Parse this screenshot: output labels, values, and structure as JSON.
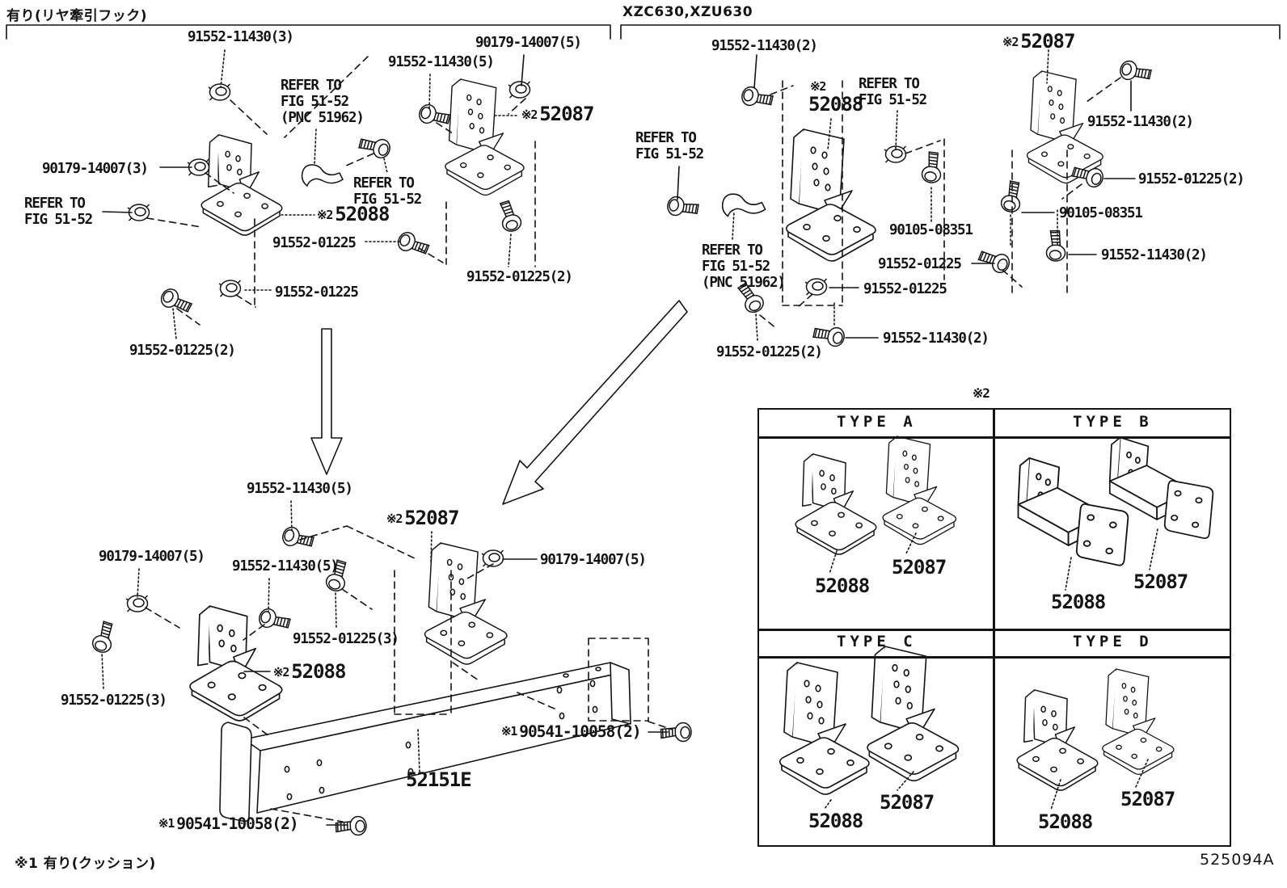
{
  "colors": {
    "ink": "#141414",
    "bg": "#ffffff"
  },
  "header": {
    "left_note": "有り(リヤ牽引フック)",
    "right_note": "XZC630,XZU630"
  },
  "footer": {
    "note": "※1 有り(クッション)",
    "doc_id": "525094A"
  },
  "table": {
    "mark": "※2",
    "headers": [
      "TYPE A",
      "TYPE B",
      "TYPE C",
      "TYPE D"
    ],
    "cells": [
      {
        "type": "TYPE A",
        "left_part": "52088",
        "right_part": "52087"
      },
      {
        "type": "TYPE B",
        "left_part": "52088",
        "right_part": "52087"
      },
      {
        "type": "TYPE C",
        "left_part": "52088",
        "right_part": "52087"
      },
      {
        "type": "TYPE D",
        "left_part": "52088",
        "right_part": "52087"
      }
    ]
  },
  "callouts": [
    {
      "text": "91552-11430(3)"
    },
    {
      "text": "90179-14007(5)"
    },
    {
      "text": "91552-11430(5)"
    },
    {
      "text": "REFER TO\nFIG 51-52\n(PNC 51962)"
    },
    {
      "pfx": "※2",
      "num": "52087"
    },
    {
      "text": "90179-14007(3)"
    },
    {
      "text": "REFER TO\nFIG 51-52"
    },
    {
      "text": "REFER TO\nFIG 51-52"
    },
    {
      "pfx": "※2",
      "num": "52088"
    },
    {
      "text": "91552-01225"
    },
    {
      "text": "91552-01225"
    },
    {
      "text": "91552-01225(2)"
    },
    {
      "text": "91552-01225(2)"
    },
    {
      "text": "91552-11430(2)"
    },
    {
      "pfx": "※2",
      "num": "52088"
    },
    {
      "text": "REFER TO\nFIG 51-52"
    },
    {
      "pfx": "※2",
      "num": "52087"
    },
    {
      "text": "91552-11430(2)"
    },
    {
      "text": "REFER TO\nFIG 51-52"
    },
    {
      "text": "91552-01225(2)"
    },
    {
      "text": "90105-08351"
    },
    {
      "text": "90105-08351"
    },
    {
      "text": "91552-01225"
    },
    {
      "text": "91552-11430(2)"
    },
    {
      "text": "REFER TO\nFIG 51-52\n(PNC 51962)"
    },
    {
      "text": "91552-01225"
    },
    {
      "text": "91552-11430(2)"
    },
    {
      "text": "91552-01225(2)"
    },
    {
      "text": "91552-11430(5)"
    },
    {
      "pfx": "※2",
      "num": "52087"
    },
    {
      "text": "90179-14007(5)"
    },
    {
      "text": "91552-11430(5)"
    },
    {
      "text": "90179-14007(5)"
    },
    {
      "text": "91552-01225(3)"
    },
    {
      "pfx": "※2",
      "num": "52088"
    },
    {
      "text": "91552-01225(3)"
    },
    {
      "pfx": "※1",
      "num": "90541-10058(2)"
    },
    {
      "num": "52151E"
    },
    {
      "pfx": "※1",
      "num": "90541-10058(2)"
    }
  ]
}
